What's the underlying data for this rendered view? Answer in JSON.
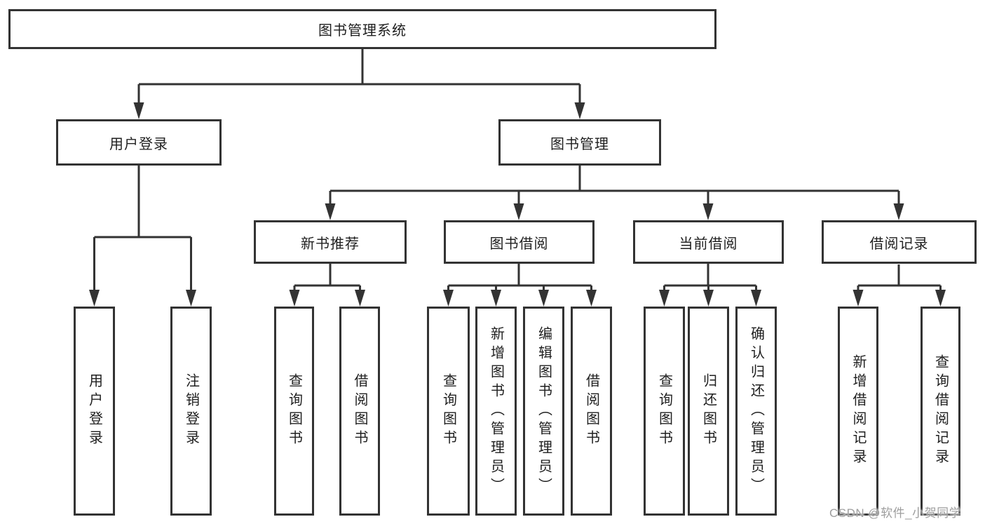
{
  "diagram": {
    "type": "hierarchy-tree",
    "root": {
      "label": "图书管理系统"
    },
    "level2": [
      {
        "label": "用户登录"
      },
      {
        "label": "图书管理"
      }
    ],
    "level3": [
      {
        "label": "新书推荐",
        "parent": "图书管理"
      },
      {
        "label": "图书借阅",
        "parent": "图书管理"
      },
      {
        "label": "当前借阅",
        "parent": "图书管理"
      },
      {
        "label": "借阅记录",
        "parent": "图书管理"
      }
    ],
    "leaves": [
      {
        "label": "用户登录",
        "parent": "用户登录"
      },
      {
        "label": "注销登录",
        "parent": "用户登录"
      },
      {
        "label": "查询图书",
        "parent": "新书推荐"
      },
      {
        "label": "借阅图书",
        "parent": "新书推荐"
      },
      {
        "label": "查询图书",
        "parent": "图书借阅"
      },
      {
        "label": "新增图书（管理员）",
        "parent": "图书借阅"
      },
      {
        "label": "编辑图书（管理员）",
        "parent": "图书借阅"
      },
      {
        "label": "借阅图书",
        "parent": "图书借阅"
      },
      {
        "label": "查询图书",
        "parent": "当前借阅"
      },
      {
        "label": "归还图书",
        "parent": "当前借阅"
      },
      {
        "label": "确认归还（管理员）",
        "parent": "当前借阅"
      },
      {
        "label": "新增借阅记录",
        "parent": "借阅记录"
      },
      {
        "label": "查询借阅记录",
        "parent": "借阅记录"
      }
    ],
    "colors": {
      "line": "#333333",
      "box_border": "#333333",
      "box_background": "#ffffff",
      "text": "#1f1f1f",
      "watermark": "#9e9e9e"
    }
  },
  "watermark": {
    "text": "CSDN @软件_小贺同学"
  }
}
